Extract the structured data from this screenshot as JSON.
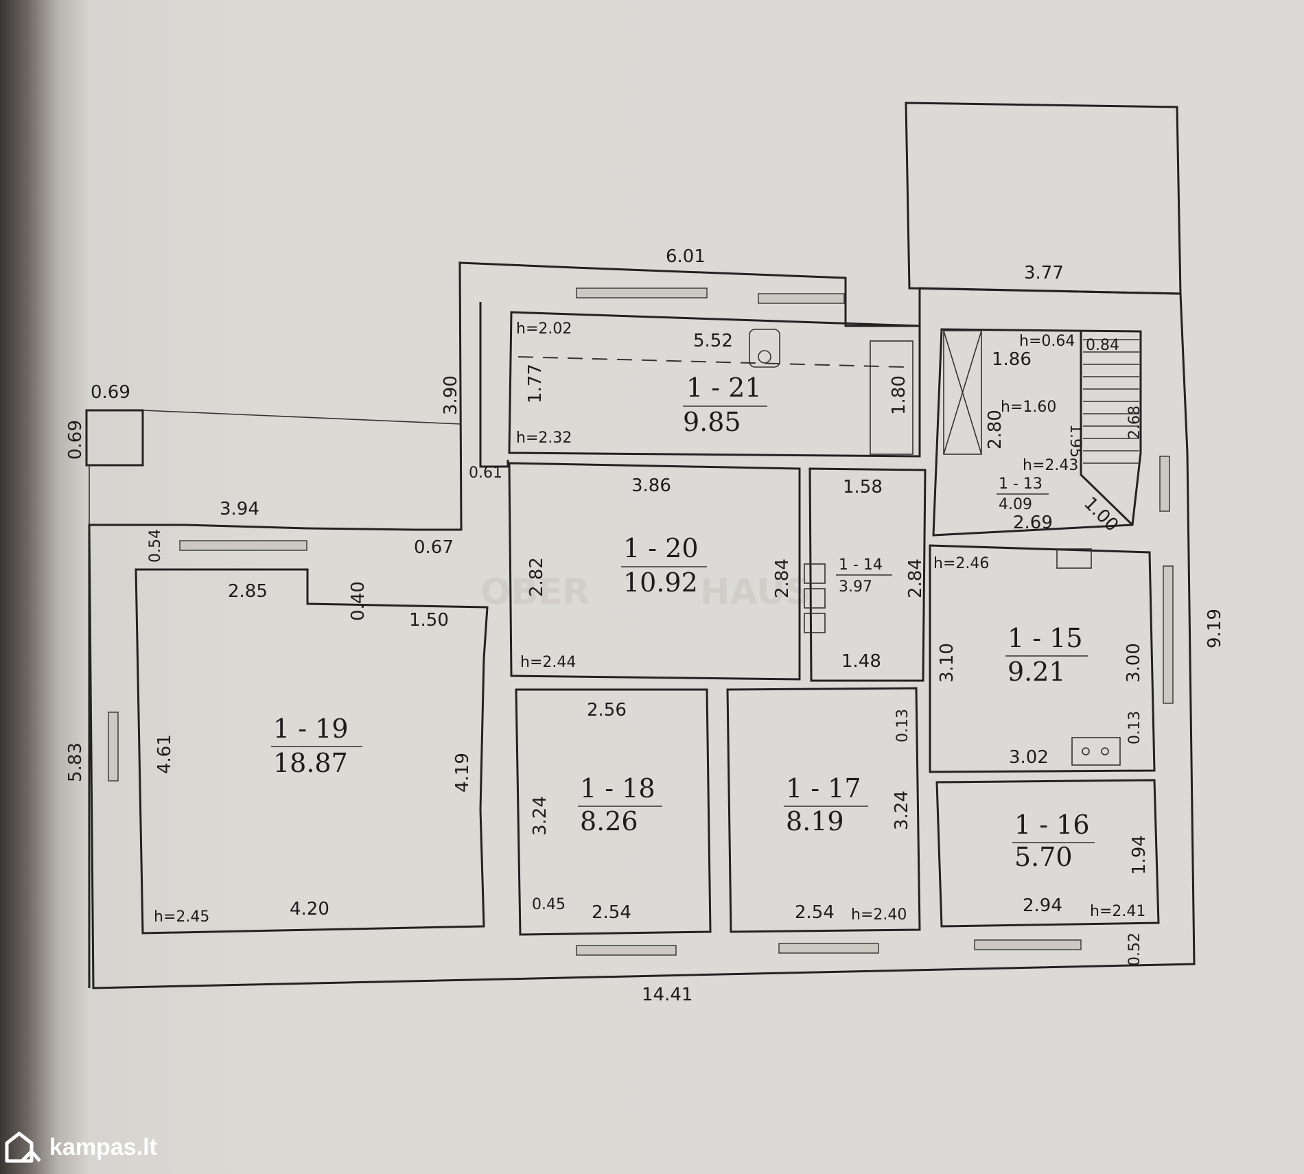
{
  "watermark": "OBER HAUS",
  "brand": {
    "name": "kampas.lt"
  },
  "outer_dims": {
    "top_6_01": "6.01",
    "top_3_77": "3.77",
    "left_3_90": "3.90",
    "porch_0_69_a": "0.69",
    "porch_0_69_b": "0.69",
    "left_5_83": "5.83",
    "right_9_19": "9.19",
    "bottom_14_41": "14.41",
    "d_3_94": "3.94",
    "d_0_54": "0.54",
    "d_0_67": "0.67",
    "d_0_61": "0.61",
    "d_0_52": "0.52",
    "d_0_45": "0.45"
  },
  "rooms": {
    "r21": {
      "id": "1 - 21",
      "area": "9.85",
      "h_top": "h=2.02",
      "h_bot": "h=2.32",
      "w": "5.52",
      "side": "1.77",
      "bath": "1.80"
    },
    "r20": {
      "id": "1 - 20",
      "area": "10.92",
      "w": "3.86",
      "left": "2.82",
      "right": "2.84",
      "h": "h=2.44"
    },
    "r14": {
      "id": "1 - 14",
      "area": "3.97",
      "top": "1.58",
      "right": "2.84",
      "bottom": "1.48"
    },
    "r13": {
      "id": "1 - 13",
      "area": "4.09",
      "d186": "1.86",
      "d064": "h=0.64",
      "d084": "0.84",
      "d195": "1.95",
      "d160": "h=1.60",
      "d280": "2.80",
      "d268": "2.68",
      "d243": "h=2.43",
      "d269": "2.69",
      "d100": "1.00"
    },
    "r15": {
      "id": "1 - 15",
      "area": "9.21",
      "h": "h=2.46",
      "left": "3.10",
      "right": "3.00",
      "bottom": "3.02",
      "d013": "0.13"
    },
    "r16": {
      "id": "1 - 16",
      "area": "5.70",
      "right": "1.94",
      "bottom": "2.94",
      "h": "h=2.41"
    },
    "r17": {
      "id": "1 - 17",
      "area": "8.19",
      "right": "3.24",
      "bottom": "2.54",
      "h": "h=2.40",
      "d013": "0.13"
    },
    "r18": {
      "id": "1 - 18",
      "area": "8.26",
      "top": "2.56",
      "left": "3.24",
      "bottom": "2.54"
    },
    "r19": {
      "id": "1 - 19",
      "area": "18.87",
      "top": "2.85",
      "d040": "0.40",
      "d150": "1.50",
      "left": "4.61",
      "right": "4.19",
      "bottom": "4.20",
      "h": "h=2.45"
    }
  }
}
